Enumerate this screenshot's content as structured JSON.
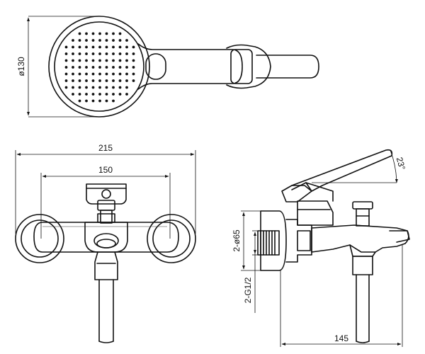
{
  "dimensions": {
    "head_diameter": "ø130",
    "overall_width": "215",
    "inlet_spacing": "150",
    "flange_diameter": "2-ø65",
    "thread_size": "2-G1/2",
    "spout_reach": "145",
    "lever_angle": "23°"
  },
  "colors": {
    "line": "#111111",
    "background": "#ffffff"
  }
}
